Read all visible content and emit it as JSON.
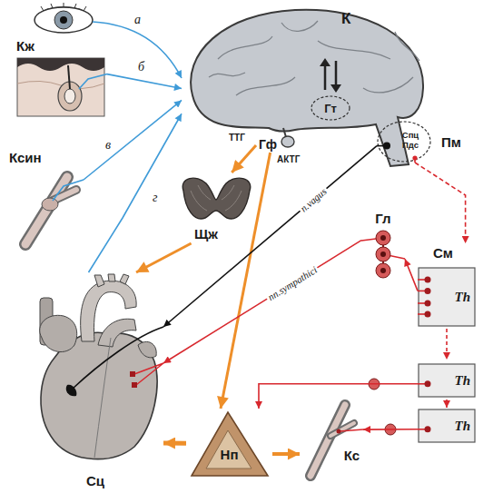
{
  "diagram": {
    "nodes": [
      {
        "text": [
          "К"
        ]
      },
      {
        "text": [
          "Гт"
        ],
        "in": 0
      },
      {
        "text": [
          "Спц",
          "Пдс"
        ],
        "in": 0
      },
      {
        "text": [
          "Гф"
        ]
      },
      {
        "text": [
          "Кж"
        ]
      },
      {
        "text": [
          "Ксин"
        ]
      },
      {
        "text": [
          "Щж"
        ]
      },
      {
        "text": [
          "Гл"
        ]
      },
      {
        "text": [
          "См"
        ]
      },
      {
        "text": [
          "Th"
        ],
        "in": 8
      },
      {
        "text": [
          "Th"
        ],
        "in": 8
      },
      {
        "text": [
          "Th"
        ],
        "in": 8
      },
      {
        "text": [
          "Сц"
        ]
      },
      {
        "text": [
          "Нп"
        ]
      },
      {
        "text": [
          "Кс"
        ]
      }
    ],
    "edges": [
      {
        "from": 4,
        "to": 0,
        "arrow": "to",
        "label": "б"
      },
      {
        "from": 5,
        "to": 0,
        "arrow": "to",
        "label": "в"
      },
      {
        "from": 12,
        "to": 0,
        "arrow": "to",
        "label": "г"
      },
      {
        "from": 3,
        "to": 6,
        "arrow": "to",
        "label": "ТТГ"
      },
      {
        "from": 3,
        "to": 13,
        "arrow": "to",
        "label": "АКТГ"
      },
      {
        "from": 6,
        "to": 12,
        "arrow": "to"
      },
      {
        "from": 2,
        "to": 12,
        "arrow": "to",
        "label": "n.vagus"
      },
      {
        "from": 7,
        "to": 12,
        "arrow": "to",
        "label": "nn.sympathici"
      },
      {
        "from": 9,
        "to": 7,
        "arrow": "to"
      },
      {
        "from": 10,
        "to": 13,
        "arrow": "to"
      },
      {
        "from": 11,
        "to": 14,
        "arrow": "to"
      },
      {
        "from": 13,
        "to": 12,
        "arrow": "to"
      },
      {
        "from": 13,
        "to": 14,
        "arrow": "to"
      },
      {
        "from": 2,
        "to": 8,
        "arrow": "to"
      }
    ],
    "labels": [
      "а",
      "Пм"
    ]
  }
}
